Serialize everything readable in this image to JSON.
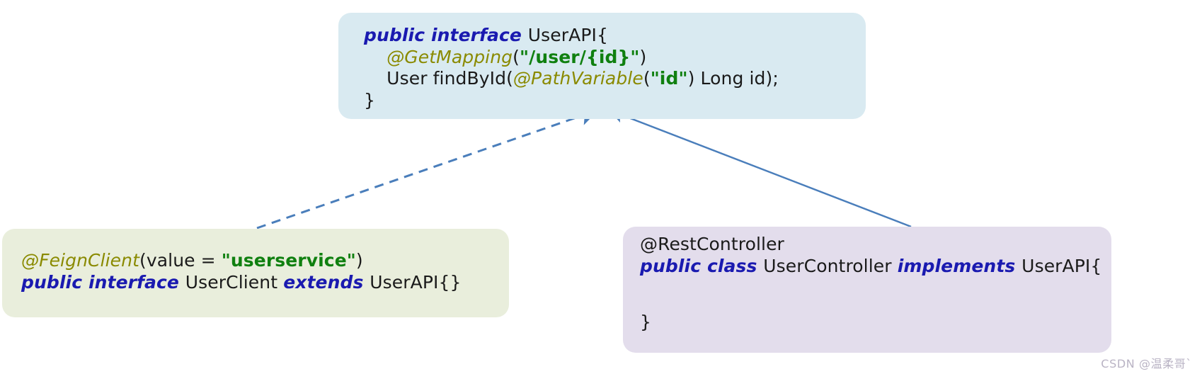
{
  "diagram": {
    "title": "Feign shared API interface diagram",
    "colors": {
      "box_userapi_bg": "#d9eaf1",
      "box_userclient_bg": "#e9eedc",
      "box_usercontroller_bg": "#e3ddec",
      "connector": "#4a7ebb",
      "keyword": "#1a1ab0",
      "annotation": "#8a8a00",
      "string": "#108010",
      "plain_text": "#1a1a1a",
      "watermark": "#b9b3c4"
    },
    "boxes": {
      "userapi": {
        "name": "UserAPI interface",
        "lines": [
          [
            {
              "t": "public interface ",
              "c": "kw"
            },
            {
              "t": "UserAPI{",
              "c": "plain"
            }
          ],
          [
            {
              "t": "    ",
              "c": "plain"
            },
            {
              "t": "@GetMapping",
              "c": "ann"
            },
            {
              "t": "(",
              "c": "plain"
            },
            {
              "t": "\"/user/{id}\"",
              "c": "str"
            },
            {
              "t": ")",
              "c": "plain"
            }
          ],
          [
            {
              "t": "    User findById(",
              "c": "plain"
            },
            {
              "t": "@PathVariable",
              "c": "ann"
            },
            {
              "t": "(",
              "c": "plain"
            },
            {
              "t": "\"id\"",
              "c": "str"
            },
            {
              "t": ") Long id);",
              "c": "plain"
            }
          ],
          [
            {
              "t": "}",
              "c": "plain"
            }
          ]
        ]
      },
      "userclient": {
        "name": "UserClient feign interface",
        "lines": [
          [
            {
              "t": "@FeignClient",
              "c": "ann"
            },
            {
              "t": "(value = ",
              "c": "plain"
            },
            {
              "t": "\"userservice\"",
              "c": "str"
            },
            {
              "t": ")",
              "c": "plain"
            }
          ],
          [
            {
              "t": "public interface ",
              "c": "kw"
            },
            {
              "t": "UserClient ",
              "c": "plain"
            },
            {
              "t": "extends ",
              "c": "kw"
            },
            {
              "t": "UserAPI{}",
              "c": "plain"
            }
          ]
        ]
      },
      "usercontroller": {
        "name": "UserController class",
        "lines": [
          [
            {
              "t": "@RestController",
              "c": "plain"
            }
          ],
          [
            {
              "t": "public class ",
              "c": "kw"
            },
            {
              "t": "UserController ",
              "c": "plain"
            },
            {
              "t": "implements ",
              "c": "kw"
            },
            {
              "t": "UserAPI{",
              "c": "plain"
            }
          ]
        ],
        "closing_lines": [
          [
            {
              "t": "}",
              "c": "plain"
            }
          ]
        ]
      }
    },
    "connectors": [
      {
        "name": "userclient-extends-userapi",
        "style": "dashed",
        "from": "userclient",
        "to": "userapi",
        "label": ""
      },
      {
        "name": "usercontroller-implements-userapi",
        "style": "solid",
        "from": "usercontroller",
        "to": "userapi",
        "label": ""
      }
    ]
  },
  "watermark": {
    "text": "CSDN @温柔哥`"
  }
}
